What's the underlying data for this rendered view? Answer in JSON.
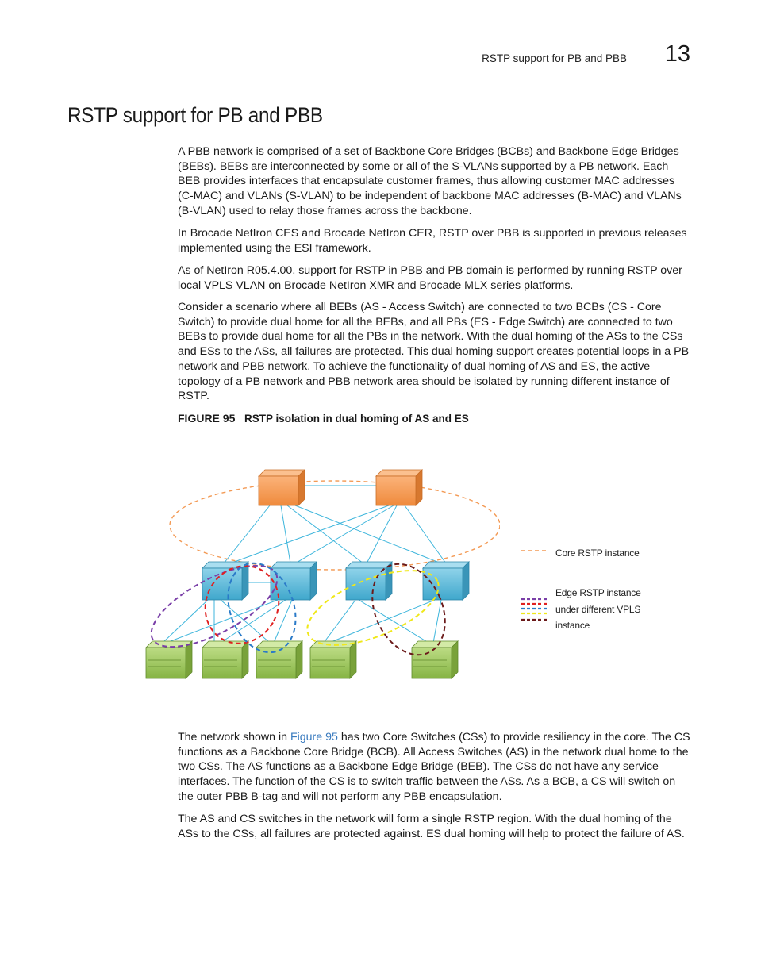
{
  "header": {
    "section_title": "RSTP support for PB and PBB",
    "chapter_number": "13"
  },
  "title": "RSTP support for PB and PBB",
  "paragraphs": [
    "A PBB network is comprised of a set of Backbone Core Bridges (BCBs) and Backbone Edge Bridges (BEBs). BEBs are interconnected by some or all of the S-VLANs supported by a PB network. Each BEB provides interfaces that encapsulate customer frames, thus allowing customer MAC addresses (C-MAC) and VLANs (S-VLAN) to be independent of backbone MAC addresses (B-MAC) and VLANs (B-VLAN) used to relay those frames across the backbone.",
    "In Brocade NetIron CES and Brocade NetIron CER, RSTP over PBB is supported in previous releases implemented using the ESI framework.",
    "As of NetIron R05.4.00, support for RSTP in PBB and PB domain is performed by running RSTP over local VPLS VLAN on Brocade NetIron XMR and Brocade MLX series platforms.",
    "Consider a scenario where all BEBs (AS - Access Switch) are connected to two BCBs (CS - Core Switch) to provide dual home for all the BEBs, and all PBs (ES - Edge Switch) are connected to two BEBs to provide dual home for all the PBs in the network. With the dual homing of the ASs to the CSs and ESs to the ASs, all failures are protected. This dual homing support creates potential loops in a PB network and PBB network. To achieve the functionality of dual homing of AS and ES, the active topology of a PB network and PBB network area should be isolated by running different instance of RSTP."
  ],
  "figure": {
    "label": "FIGURE 95",
    "title": "RSTP isolation in dual homing of AS and ES",
    "legend": {
      "core": "Core RSTP instance",
      "edge_line1": "Edge RSTP instance",
      "edge_line2": "under different VPLS",
      "edge_line3": "instance"
    },
    "colors": {
      "core_switch": "#f39a55",
      "access_switch": "#5bb8d6",
      "edge_switch": "#9cc45a",
      "link": "#3fb6dc",
      "core_ring": "#f39a55",
      "purple": "#7a3fa8",
      "red": "#e02020",
      "blue": "#2a7ac8",
      "yellow": "#f0e81a",
      "maroon": "#6b1a1a"
    }
  },
  "after": {
    "p1_before_link": "The network shown in ",
    "p1_link": "Figure 95",
    "p1_after_link": " has two Core Switches (CSs) to provide resiliency in the core. The CS functions as a Backbone Core Bridge (BCB). All Access Switches (AS) in the network dual home to the two CSs. The AS functions as a Backbone Edge Bridge (BEB). The CSs do not have any service interfaces. The function of the CS is to switch traffic between the ASs. As a BCB, a CS will switch on the outer PBB B-tag and will not perform any PBB encapsulation.",
    "p2": "The AS and CS switches in the network will form a single RSTP region. With the dual homing of the ASs to the CSs, all failures are protected against. ES dual homing will help to protect the failure of AS."
  }
}
